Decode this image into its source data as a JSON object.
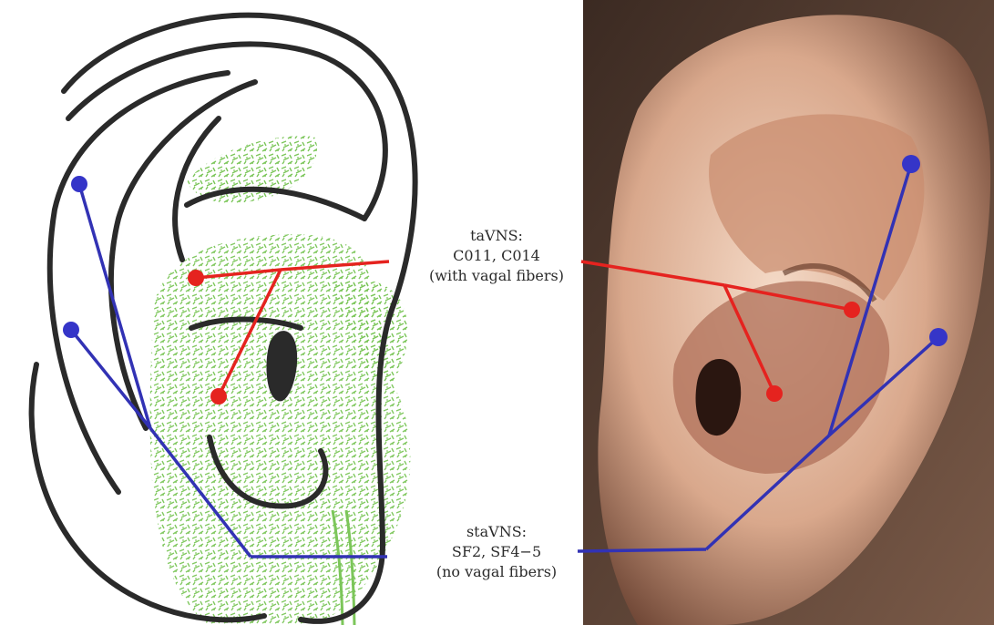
{
  "labels": {
    "tavns": {
      "title": "taVNS:",
      "points": "C011, C014",
      "note": "(with vagal fibers)"
    },
    "stavns": {
      "title": "staVNS:",
      "points": "SF2, SF4−5",
      "note": "(no vagal fibers)"
    }
  },
  "colors": {
    "tavns": "#e5231f",
    "stavns": "#3232b4",
    "vagal_fibers": "#7cc65a",
    "ear_outline": "#2a2a2a"
  }
}
